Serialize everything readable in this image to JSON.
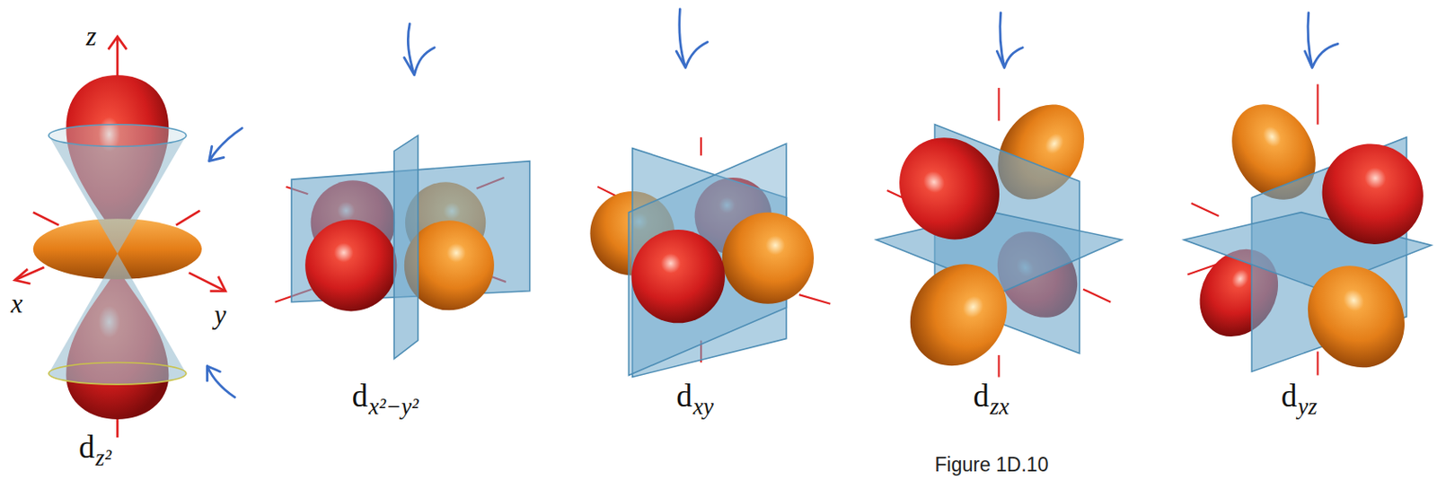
{
  "diagram": {
    "caption": "Figure 1D.10",
    "labels": [
      "z",
      "x",
      "y",
      "d",
      "z²",
      "d",
      "x²−y²",
      "d",
      "xy",
      "d",
      "zx",
      "d",
      "yz"
    ]
  }
}
